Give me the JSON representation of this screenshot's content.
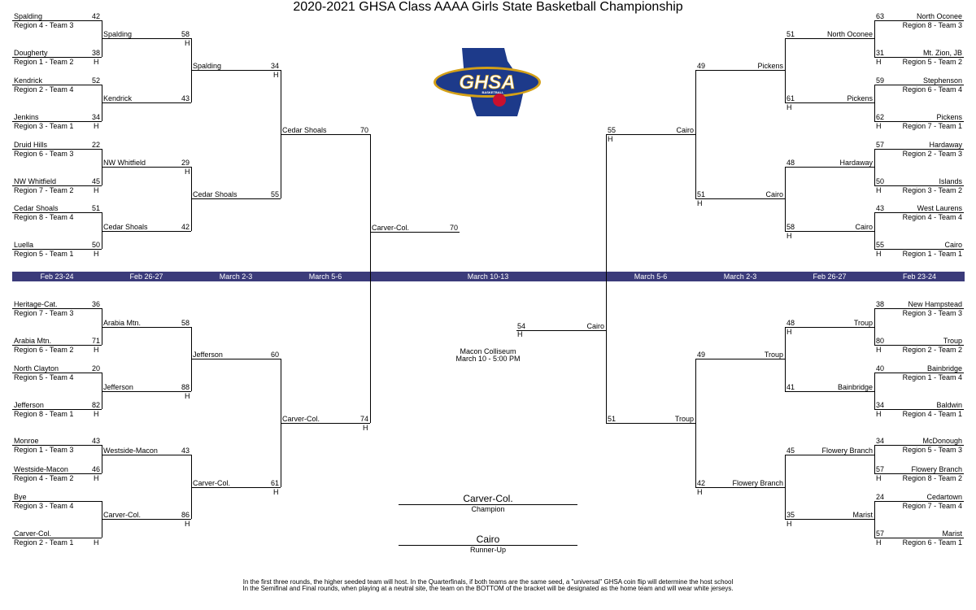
{
  "title": "2020-2021 GHSA Class AAAA Girls State Basketball Championship",
  "logo_text": "GHSA",
  "logo_sub": "BASKETBALL",
  "colors": {
    "band": "#3b3b7a",
    "logo_blue": "#1d3a8a",
    "logo_gold": "#d4a017",
    "logo_red": "#c8102e"
  },
  "home_marker": "H",
  "dates": [
    "Feb 23-24",
    "Feb 26-27",
    "March 2-3",
    "March 5-6",
    "March 10-13",
    "March 5-6",
    "March 2-3",
    "Feb 26-27",
    "Feb 23-24"
  ],
  "venue": {
    "line1": "Macon Colliseum",
    "line2": "March 10 - 5:00 PM"
  },
  "champion": {
    "name": "Carver-Col.",
    "label": "Champion"
  },
  "runner_up": {
    "name": "Cairo",
    "label": "Runner-Up"
  },
  "notes": [
    "In the first three rounds, the higher seeded team will host. In the Quarterfinals, if both teams are the same seed, a \"universal\" GHSA coin flip will determine the host school",
    "In the Semifinal and Final rounds, when playing at a neutral site, the team on the BOTTOM of the bracket will be designated as the home team and will wear white jerseys."
  ],
  "left": {
    "r1": [
      {
        "team": "Spalding",
        "seed": "Region 4 - Team 3",
        "score": "42",
        "home": false
      },
      {
        "team": "Dougherty",
        "seed": "Region 1 - Team 2",
        "score": "38",
        "home": true
      },
      {
        "team": "Kendrick",
        "seed": "Region 2 - Team 4",
        "score": "52",
        "home": false
      },
      {
        "team": "Jenkins",
        "seed": "Region 3 - Team 1",
        "score": "34",
        "home": true
      },
      {
        "team": "Druid Hills",
        "seed": "Region 6 - Team 3",
        "score": "22",
        "home": false
      },
      {
        "team": "NW Whitfield",
        "seed": "Region 7 - Team 2",
        "score": "45",
        "home": true
      },
      {
        "team": "Cedar Shoals",
        "seed": "Region 8 - Team 4",
        "score": "51",
        "home": false
      },
      {
        "team": "Luella",
        "seed": "Region 5 - Team 1",
        "score": "50",
        "home": true
      },
      {
        "team": "Heritage-Cat.",
        "seed": "Region 7 - Team 3",
        "score": "36",
        "home": false
      },
      {
        "team": "Arabia Mtn.",
        "seed": "Region 6 - Team 2",
        "score": "71",
        "home": true
      },
      {
        "team": "North Clayton",
        "seed": "Region 5 - Team 4",
        "score": "20",
        "home": false
      },
      {
        "team": "Jefferson",
        "seed": "Region 8 - Team 1",
        "score": "82",
        "home": true
      },
      {
        "team": "Monroe",
        "seed": "Region 1 - Team 3",
        "score": "43",
        "home": false
      },
      {
        "team": "Westside-Macon",
        "seed": "Region 4 - Team 2",
        "score": "46",
        "home": true
      },
      {
        "team": "Bye",
        "seed": "Region 3 - Team 4",
        "score": "",
        "home": false
      },
      {
        "team": "Carver-Col.",
        "seed": "Region 2 - Team 1",
        "score": "",
        "home": true
      }
    ],
    "r2": [
      {
        "team": "Spalding",
        "score": "58",
        "home": true
      },
      {
        "team": "Kendrick",
        "score": "43",
        "home": false
      },
      {
        "team": "NW Whitfield",
        "score": "29",
        "home": true
      },
      {
        "team": "Cedar Shoals",
        "score": "42",
        "home": false
      },
      {
        "team": "Arabia Mtn.",
        "score": "58",
        "home": false
      },
      {
        "team": "Jefferson",
        "score": "88",
        "home": true
      },
      {
        "team": "Westside-Macon",
        "score": "43",
        "home": false
      },
      {
        "team": "Carver-Col.",
        "score": "86",
        "home": true
      }
    ],
    "r3": [
      {
        "team": "Spalding",
        "score": "34",
        "home": true
      },
      {
        "team": "Cedar Shoals",
        "score": "55",
        "home": false
      },
      {
        "team": "Jefferson",
        "score": "60",
        "home": false
      },
      {
        "team": "Carver-Col.",
        "score": "61",
        "home": true
      }
    ],
    "r4": [
      {
        "team": "Cedar Shoals",
        "score": "70",
        "home": false
      },
      {
        "team": "Carver-Col.",
        "score": "74",
        "home": true
      }
    ],
    "final": {
      "team": "Carver-Col.",
      "score": "70"
    }
  },
  "right": {
    "r1": [
      {
        "team": "North Oconee",
        "seed": "Region 8 - Team 3",
        "score": "63",
        "home": false
      },
      {
        "team": "Mt. Zion, JB",
        "seed": "Region 5 - Team 2",
        "score": "31",
        "home": true
      },
      {
        "team": "Stephenson",
        "seed": "Region  6 - Team 4",
        "score": "59",
        "home": false
      },
      {
        "team": "Pickens",
        "seed": "Region 7 - Team 1",
        "score": "62",
        "home": true
      },
      {
        "team": "Hardaway",
        "seed": "Region 2 - Team 3",
        "score": "57",
        "home": false
      },
      {
        "team": "Islands",
        "seed": "Region 3 - Team 2",
        "score": "50",
        "home": true
      },
      {
        "team": "West Laurens",
        "seed": "Region 4 - Team 4",
        "score": "43",
        "home": false
      },
      {
        "team": "Cairo",
        "seed": "Region 1 - Team 1",
        "score": "55",
        "home": true
      },
      {
        "team": "New Hampstead",
        "seed": "Region 3 - Team 3",
        "score": "38",
        "home": false
      },
      {
        "team": "Troup",
        "seed": "Region 2 - Team 2",
        "score": "80",
        "home": true
      },
      {
        "team": "Bainbridge",
        "seed": "Region 1 - Team 4",
        "score": "40",
        "home": false
      },
      {
        "team": "Baldwin",
        "seed": "Region 4 - Team 1",
        "score": "34",
        "home": true
      },
      {
        "team": "McDonough",
        "seed": "Region 5 - Team 3",
        "score": "34",
        "home": false
      },
      {
        "team": "Flowery Branch",
        "seed": "Region 8 - Team 2",
        "score": "57",
        "home": true
      },
      {
        "team": "Cedartown",
        "seed": "Region 7 - Team 4",
        "score": "24",
        "home": false
      },
      {
        "team": "Marist",
        "seed": "Region 6 - Team 1",
        "score": "57",
        "home": true
      }
    ],
    "r2": [
      {
        "team": "North Oconee",
        "score": "51",
        "home": false
      },
      {
        "team": "Pickens",
        "score": "61",
        "home": true
      },
      {
        "team": "Hardaway",
        "score": "48",
        "home": false
      },
      {
        "team": "Cairo",
        "score": "58",
        "home": true
      },
      {
        "team": "Troup",
        "score": "48",
        "home": true
      },
      {
        "team": "Bainbridge",
        "score": "41",
        "home": false
      },
      {
        "team": "Flowery Branch",
        "score": "45",
        "home": false
      },
      {
        "team": "Marist",
        "score": "35",
        "home": true
      }
    ],
    "r3": [
      {
        "team": "Pickens",
        "score": "49",
        "home": false
      },
      {
        "team": "Cairo",
        "score": "51",
        "home": true
      },
      {
        "team": "Troup",
        "score": "49",
        "home": false
      },
      {
        "team": "Flowery Branch",
        "score": "42",
        "home": true
      }
    ],
    "r4": [
      {
        "team": "Cairo",
        "score": "55",
        "home": true
      },
      {
        "team": "Troup",
        "score": "51",
        "home": false
      }
    ],
    "final": {
      "team": "Cairo",
      "score": "54",
      "home": true
    }
  }
}
